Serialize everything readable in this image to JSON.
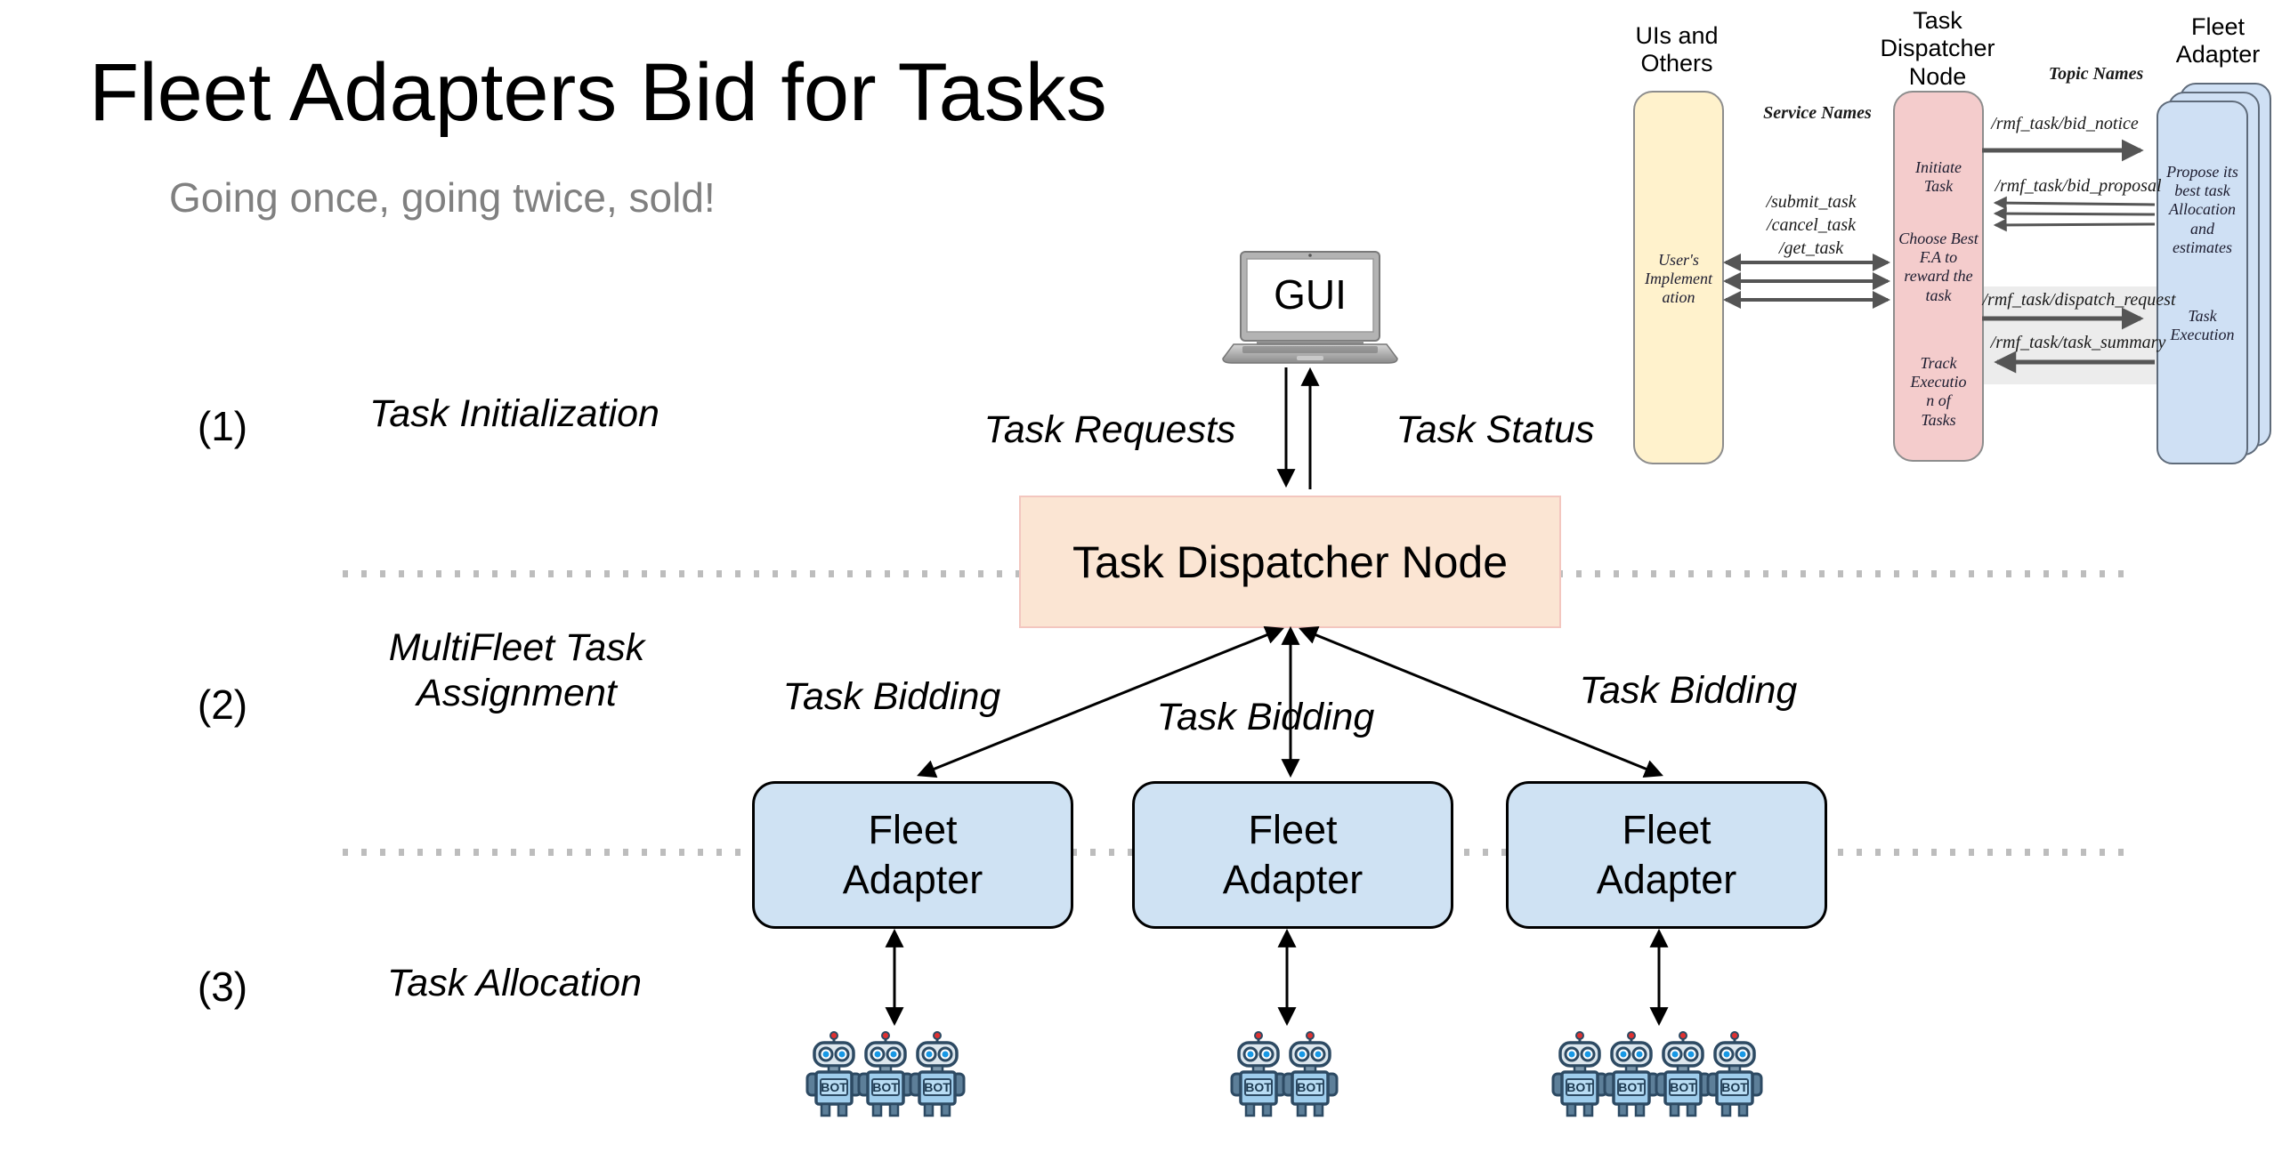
{
  "slide": {
    "title": "Fleet Adapters Bid for Tasks",
    "subtitle": "Going once, going twice, sold!"
  },
  "steps": [
    {
      "num": "(1)",
      "label": "Task Initialization"
    },
    {
      "num": "(2)",
      "label": "MultiFleet Task\nAssignment"
    },
    {
      "num": "(3)",
      "label": "Task Allocation"
    }
  ],
  "main": {
    "gui_label": "GUI",
    "task_requests": "Task Requests",
    "task_status": "Task Status",
    "dispatcher_label": "Task Dispatcher Node",
    "adapter_label": "Fleet\nAdapter",
    "bidding": [
      "Task Bidding",
      "Task Bidding",
      "Task Bidding"
    ]
  },
  "robots": {
    "bot_label": "BOT",
    "groups": [
      3,
      2,
      4
    ]
  },
  "mini": {
    "header_uis": "UIs and\nOthers",
    "header_dispatcher": "Task\nDispatcher\nNode",
    "header_fleet": "Fleet\nAdapter",
    "service_names_heading": "Service Names",
    "topic_names_heading": "Topic Names",
    "services_list": "/submit_task\n/cancel_task\n/get_task",
    "uis_body": "User's\nImplement\nation",
    "dispatcher_initiate": "Initiate\nTask",
    "dispatcher_choose": "Choose Best\nF.A to\nreward the\ntask",
    "dispatcher_track": "Track\nExecutio\nn of\nTasks",
    "fleet_propose": "Propose its\nbest task\nAllocation\nand\nestimates",
    "fleet_execute": "Task\nExecution",
    "topic_bid_notice": "/rmf_task/bid_notice",
    "topic_bid_proposal": "/rmf_task/bid_proposal",
    "topic_dispatch_request": "/rmf_task/dispatch_request",
    "topic_task_summary": "/rmf_task/task_summary"
  },
  "colors": {
    "dispatcher_fill": "#fbe5d3",
    "dispatcher_border": "#f3c6bf",
    "adapter_fill": "#cfe2f3",
    "mini_yellow_fill": "#fff2cc",
    "mini_pink_fill": "#f4cccc",
    "mini_blue_fill": "#cfe0f4",
    "arrow_gray": "#555555",
    "dotted_line": "#bdbdbd",
    "subtitle_gray": "#808080",
    "band_gray": "#ececec"
  }
}
